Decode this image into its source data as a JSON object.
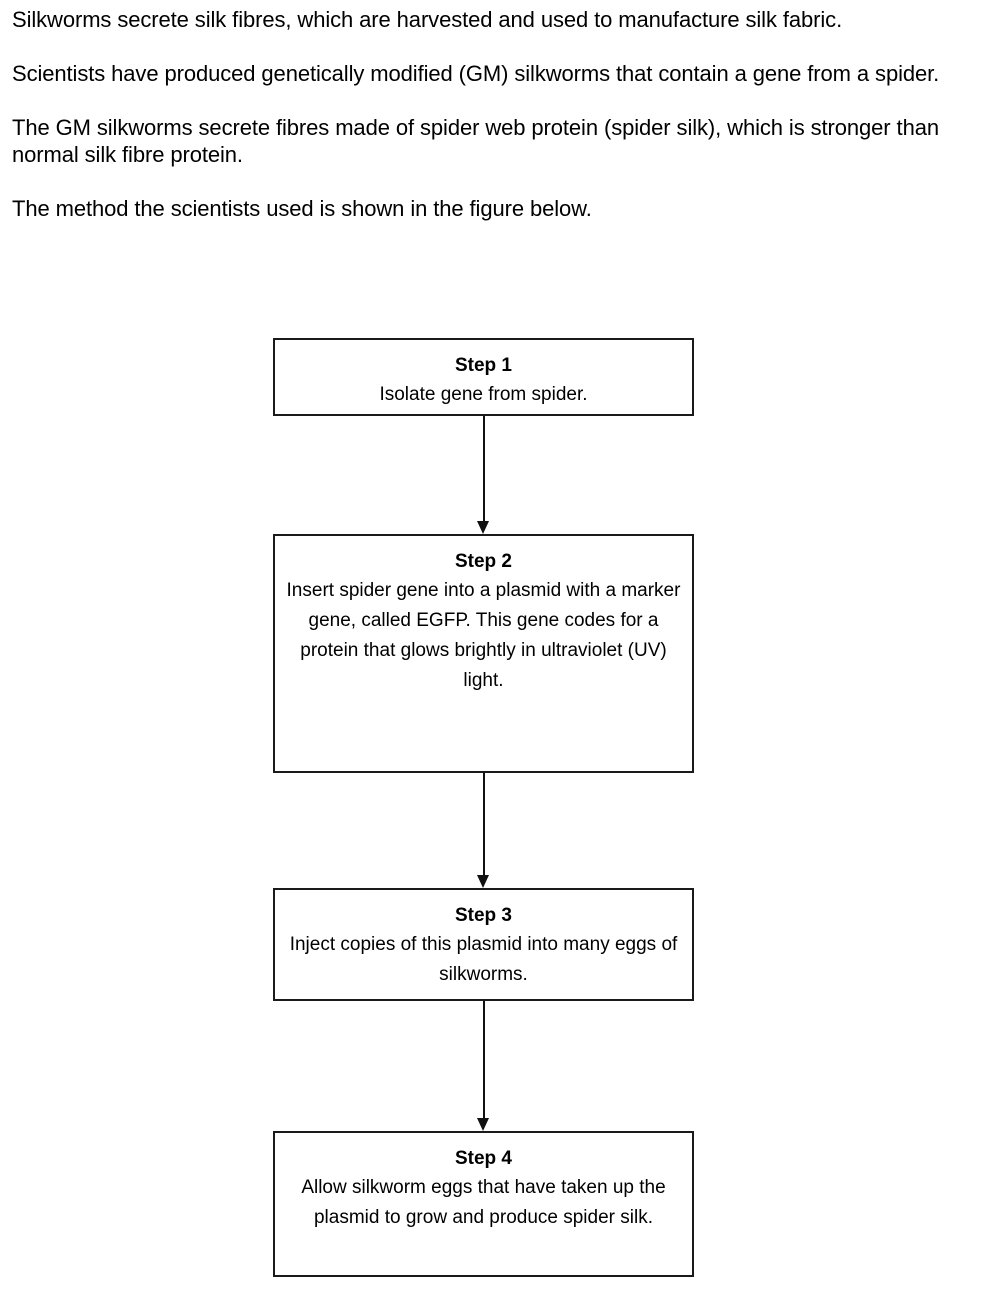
{
  "passage": {
    "paragraphs": [
      "Silkworms secrete silk fibres, which are harvested and used to manufacture silk fabric.",
      "Scientists have produced genetically modified (GM) silkworms that contain a gene from a spider.",
      "The GM silkworms secrete fibres made of spider web protein (spider silk), which is stronger than normal silk fibre protein.",
      "The method the scientists used is shown in the figure below."
    ]
  },
  "flowchart": {
    "orientation": "vertical-top-to-bottom",
    "connector_style": "line-with-solid-arrowhead",
    "line_color": "#111111",
    "box_border_color": "#1a1a1a",
    "box_fill_color": "#ffffff",
    "steps": [
      {
        "title": "Step 1",
        "body": "Isolate gene from spider."
      },
      {
        "title": "Step 2",
        "body": "Insert spider gene into a plasmid with a marker gene, called EGFP.  This gene codes for a protein that glows brightly in ultraviolet (UV) light."
      },
      {
        "title": "Step 3",
        "body": "Inject copies of this plasmid into many eggs of silkworms."
      },
      {
        "title": "Step 4",
        "body": "Allow silkworm eggs that have taken up the plasmid to grow and produce spider silk."
      }
    ]
  }
}
